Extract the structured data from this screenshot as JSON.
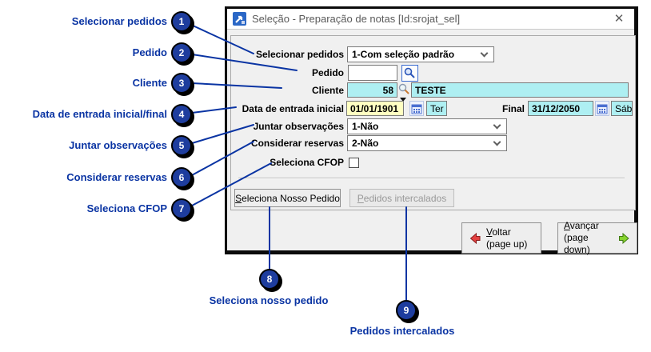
{
  "window": {
    "title": "Seleção - Preparação de notas [Id:srojat_sel]",
    "close_glyph": "✕"
  },
  "form": {
    "selecionar_pedidos_label": "Selecionar pedidos",
    "selecionar_pedidos_value": "1-Com seleção padrão",
    "pedido_label": "Pedido",
    "pedido_value": "",
    "cliente_label": "Cliente",
    "cliente_code": "58",
    "cliente_name": "TESTE",
    "data_inicial_label": "Data de entrada inicial",
    "data_inicial_value": "01/01/1901",
    "data_inicial_dow": "Ter",
    "data_final_label": "Final",
    "data_final_value": "31/12/2050",
    "data_final_dow": "Sáb",
    "juntar_label": "Juntar observações",
    "juntar_value": "1-Não",
    "reservas_label": "Considerar reservas",
    "reservas_value": "2-Não",
    "cfop_label": "Seleciona CFOP",
    "cfop_checked": false
  },
  "buttons": {
    "nosso_pedido_accel": "S",
    "nosso_pedido_rest": "eleciona Nosso Pedido",
    "intercalados_accel": "P",
    "intercalados_rest": "edidos intercalados",
    "voltar_accel": "V",
    "voltar_rest": "oltar",
    "voltar_sub": "(page up)",
    "avancar_accel": "A",
    "avancar_rest": "vançar",
    "avancar_sub": "(page down)"
  },
  "annotations": [
    {
      "num": "1",
      "label": "Selecionar pedidos"
    },
    {
      "num": "2",
      "label": "Pedido"
    },
    {
      "num": "3",
      "label": "Cliente"
    },
    {
      "num": "4",
      "label": "Data de entrada inicial/final"
    },
    {
      "num": "5",
      "label": "Juntar observações"
    },
    {
      "num": "6",
      "label": "Considerar reservas"
    },
    {
      "num": "7",
      "label": "Seleciona CFOP"
    },
    {
      "num": "8",
      "label": "Seleciona nosso pedido"
    },
    {
      "num": "9",
      "label": "Pedidos intercalados"
    }
  ],
  "icons": {
    "app": "app-arrow-icon",
    "close": "close-icon",
    "search": "magnifier-icon",
    "calendar": "calendar-icon",
    "back": "red-left-arrow-icon",
    "forward": "green-right-arrow-icon",
    "dropdown": "chevron-down-icon"
  },
  "colors": {
    "annotation_blue": "#0a34a3",
    "callout_fill": "#1e3d9e",
    "cyan_field": "#aeeff2",
    "yellow_field": "#ffffc2",
    "back_arrow_red": "#e34040",
    "forward_arrow_green": "#86d32e"
  }
}
